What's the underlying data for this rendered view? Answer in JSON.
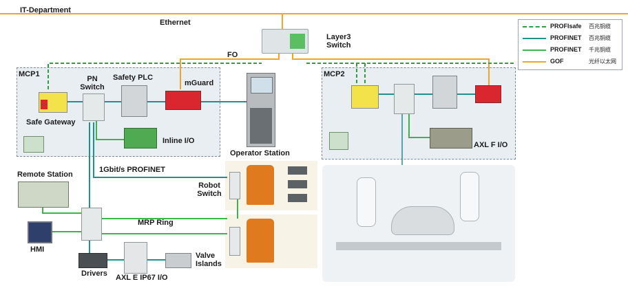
{
  "network": {
    "it_department": "IT-Department",
    "ethernet": "Ethernet",
    "layer3_switch": "Layer3\nSwitch",
    "fo": "FO",
    "mcp1": "MCP1",
    "mcp2": "MCP2",
    "pn_switch": "PN\nSwitch",
    "safety_plc": "Safety PLC",
    "mguard": "mGuard",
    "safe_gateway": "Safe Gateway",
    "inline_io": "Inline I/O",
    "operator_station": "Operator Station",
    "axl_f_io": "AXL F I/O",
    "gigabit_profinet": "1Gbit/s PROFINET",
    "remote_station": "Remote Station",
    "robot_switch": "Robot\nSwitch",
    "mrp_ring": "MRP Ring",
    "hmi": "HMI",
    "drivers": "Drivers",
    "axl_e_io": "AXL E IP67 I/O",
    "valve_islands": "Valve\nIslands"
  },
  "legend": [
    {
      "name": "PROFIsafe",
      "sub": "百兆铜缆",
      "color": "#2e9e3e",
      "style": "dashed"
    },
    {
      "name": "PROFINET",
      "sub": "百兆铜缆",
      "color": "#1f8f8f",
      "style": "solid"
    },
    {
      "name": "PROFINET",
      "sub": "千兆铜缆",
      "color": "#39b54a",
      "style": "solid"
    },
    {
      "name": "GOF",
      "sub": "光纤以太网",
      "color": "#f2a32a",
      "style": "solid"
    }
  ],
  "colors": {
    "ethernet": "#f2a32a",
    "profinet_100": "#1f8f8f",
    "profinet_1000": "#39b54a",
    "profisafe": "#2e9e3e",
    "module_red": "#d9262f",
    "module_green": "#3aa04a",
    "robot_orange": "#e07a1f"
  }
}
